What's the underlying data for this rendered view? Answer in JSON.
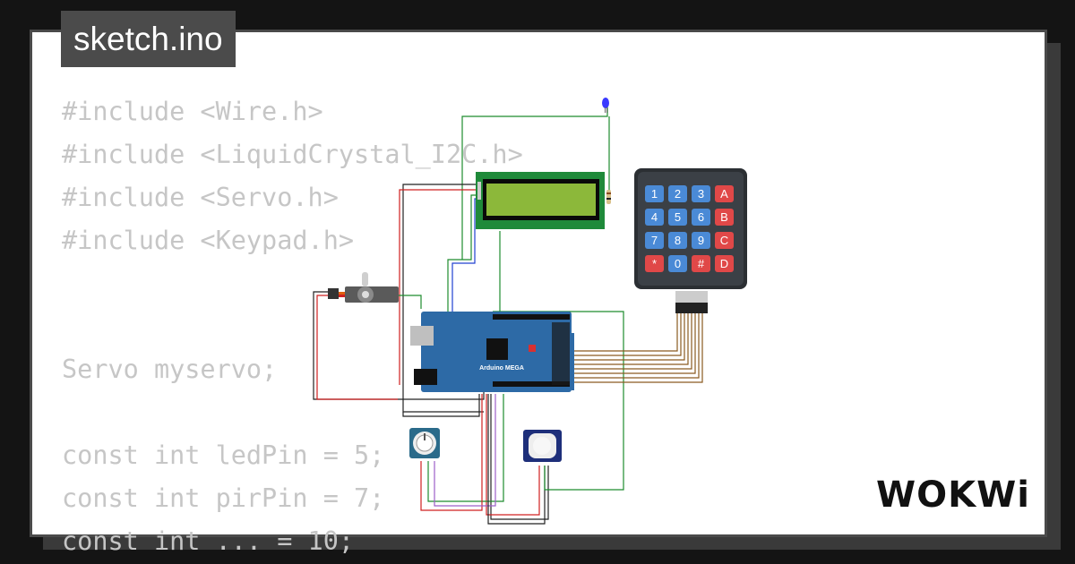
{
  "title": "sketch.ino",
  "code_lines": [
    "#include <Wire.h>",
    "#include <LiquidCrystal_I2C.h>",
    "#include <Servo.h>",
    "#include <Keypad.h>",
    "",
    "",
    "Servo myservo;",
    "",
    "const int ledPin = 5;",
    "const int pirPin = 7;",
    "const int ... = 10;"
  ],
  "board_label": "Arduino MEGA",
  "keypad_keys": [
    "1",
    "2",
    "3",
    "A",
    "4",
    "5",
    "6",
    "B",
    "7",
    "8",
    "9",
    "C",
    "*",
    "0",
    "#",
    "D"
  ],
  "logo_text": "WOKWi",
  "colors": {
    "background": "#141414",
    "card": "#ffffff",
    "code_text": "#c6c6c6",
    "board": "#2d6aa6",
    "lcd_pcb": "#1f8a3a",
    "lcd_screen": "#8cb83a",
    "keypad_body": "#2b2f33",
    "key_blue": "#4a8ad6",
    "key_red": "#e04848"
  }
}
